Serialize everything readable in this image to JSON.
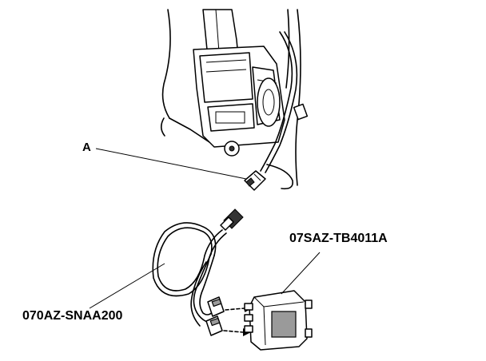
{
  "labels": {
    "connector": "A",
    "adapter_tool": "07SAZ-TB4011A",
    "harness_tool": "070AZ-SNAA200"
  }
}
